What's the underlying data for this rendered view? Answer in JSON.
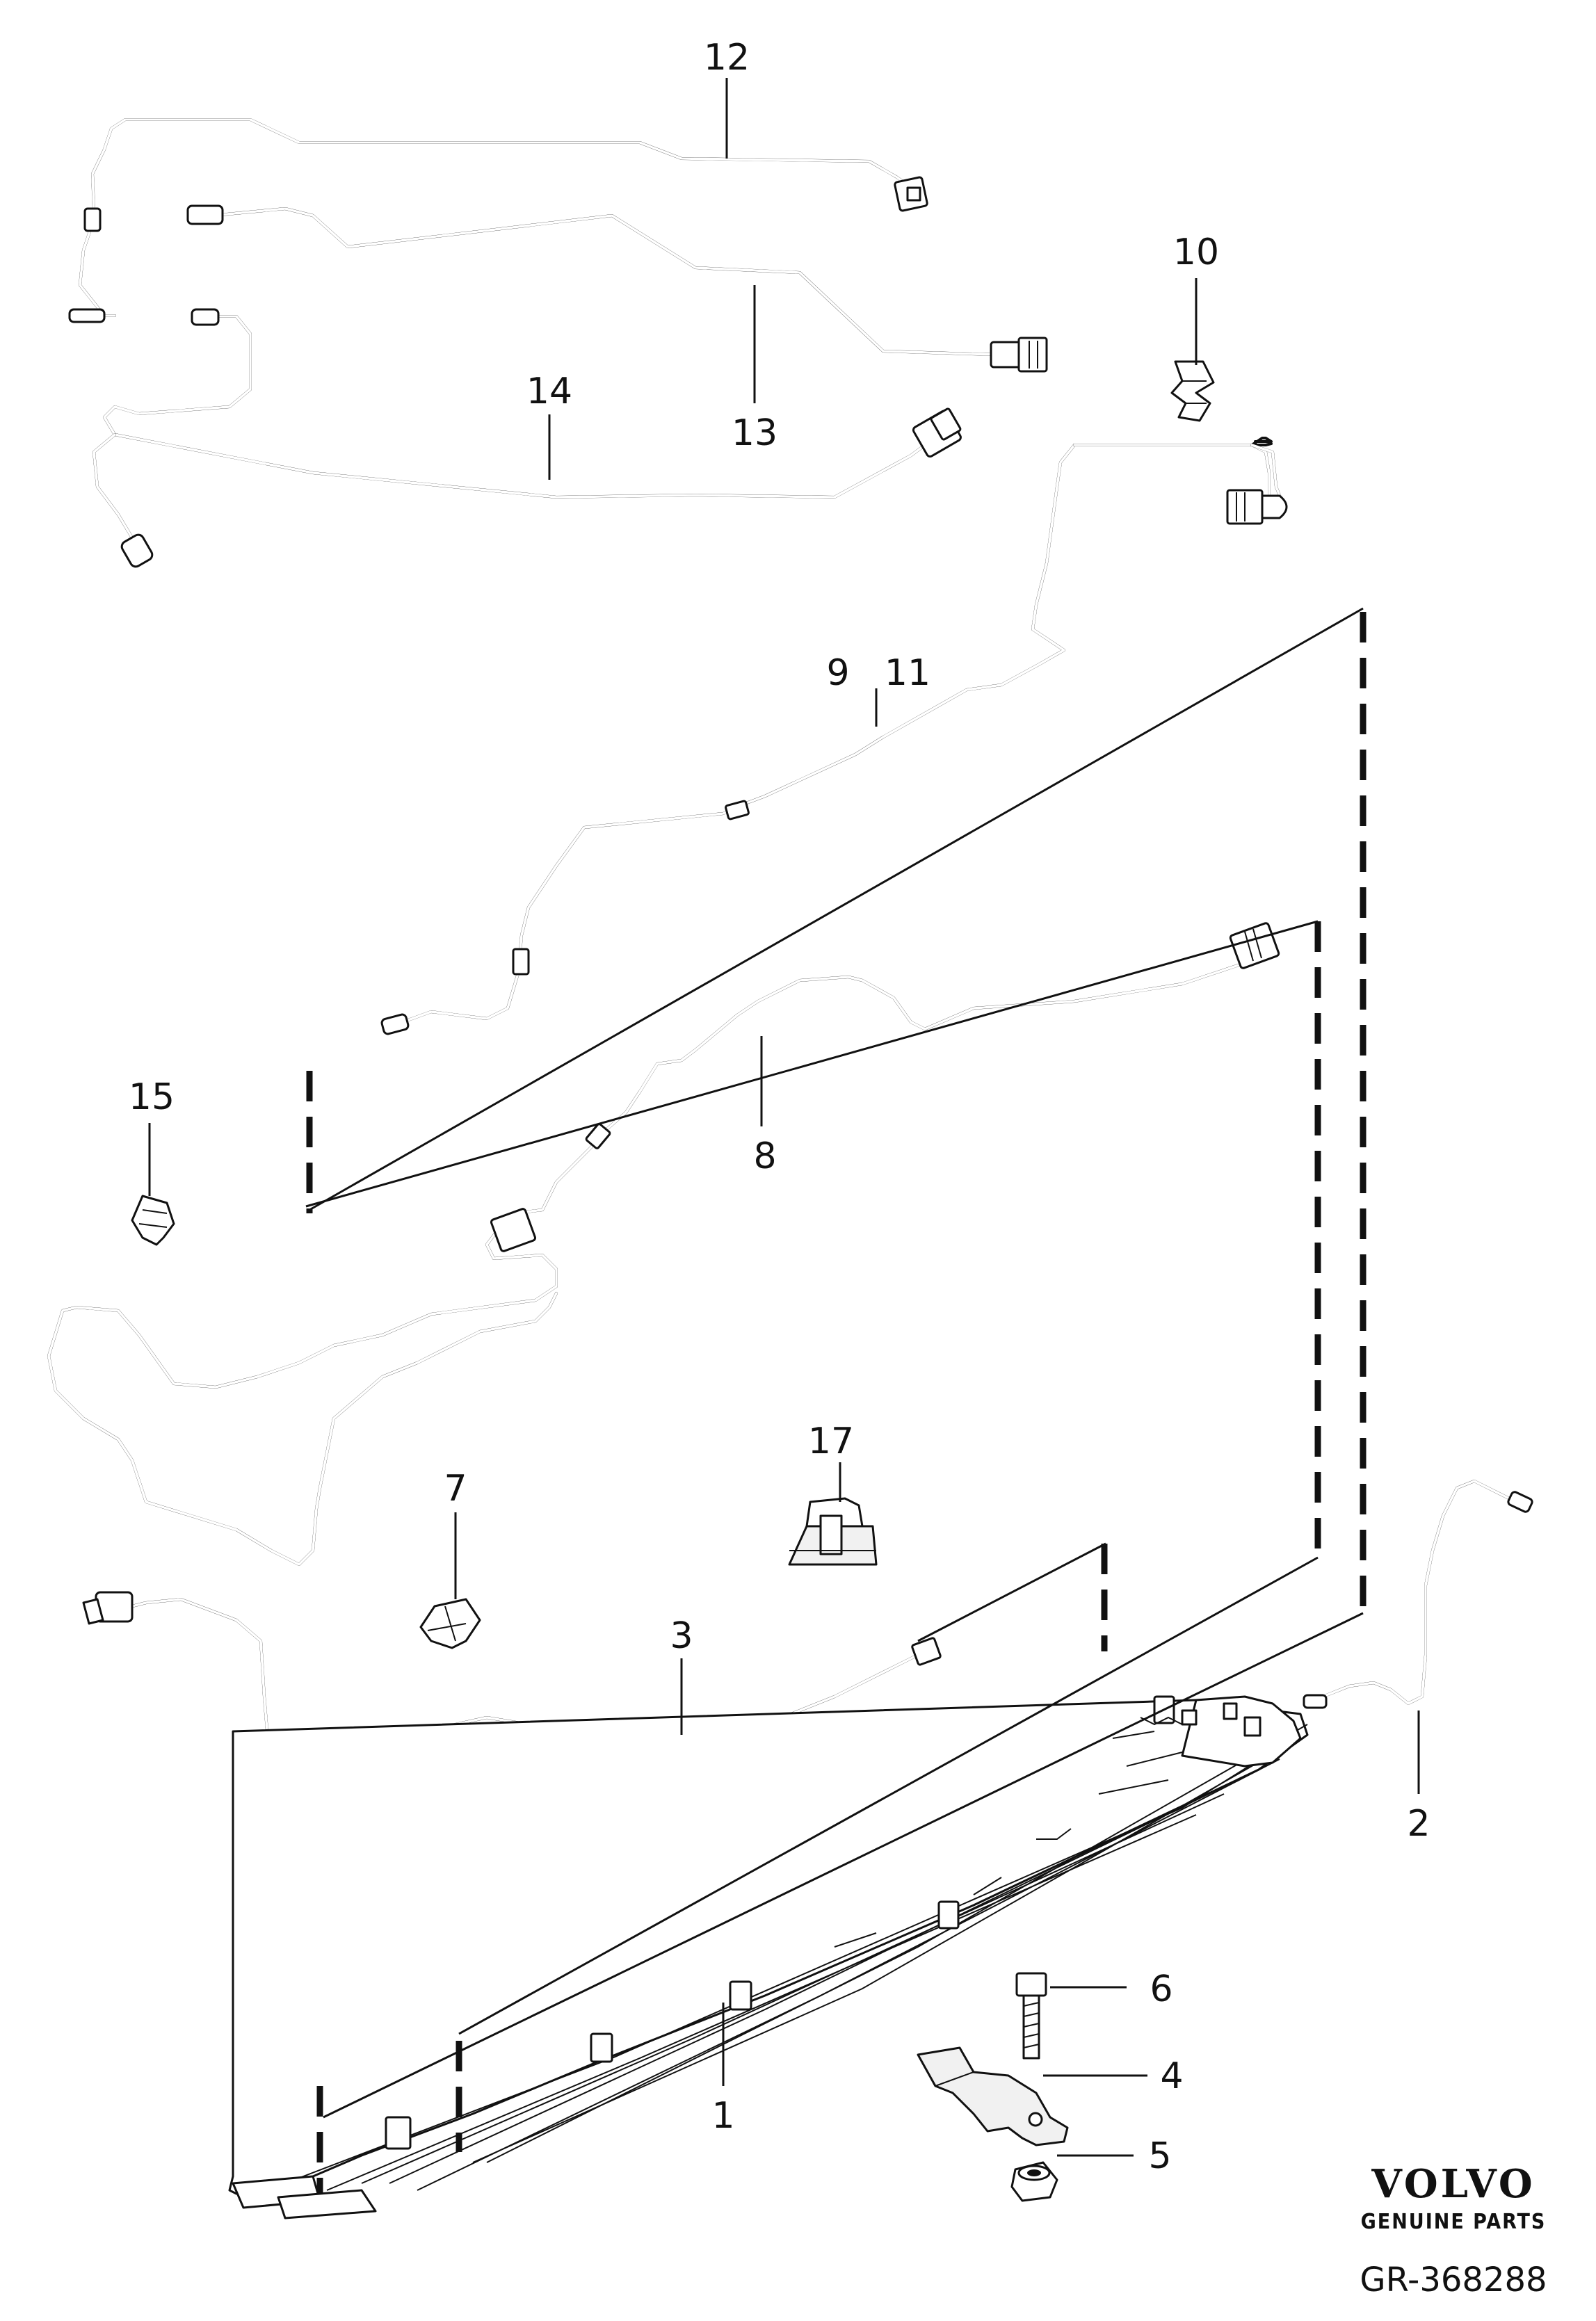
{
  "diagram": {
    "callouts": {
      "c1": "1",
      "c2": "2",
      "c3": "3",
      "c4": "4",
      "c5": "5",
      "c6": "6",
      "c7": "7",
      "c8": "8",
      "c9": "9",
      "c10": "10",
      "c11": "11",
      "c12": "12",
      "c13": "13",
      "c14": "14",
      "c15": "15",
      "c17": "17"
    },
    "brand": {
      "logo": "VOLVO",
      "tagline": "GENUINE PARTS"
    },
    "reference_code": "GR-368288"
  }
}
